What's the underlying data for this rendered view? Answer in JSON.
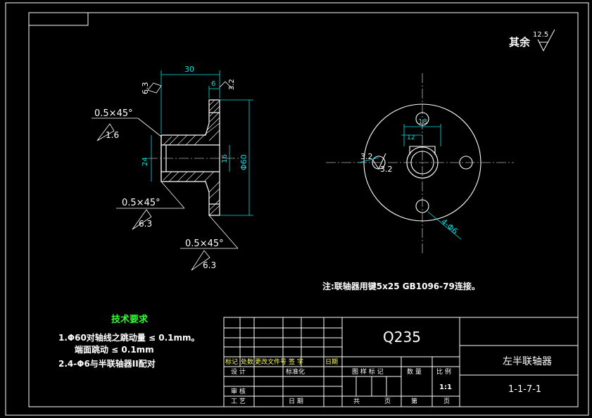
{
  "surface_finish": {
    "label": "其余",
    "value": "12.5"
  },
  "side_view": {
    "dim_width": "30",
    "dim_flange": "6",
    "dim_bore": "24",
    "dim_hub": "16",
    "dim_outer": "Φ60",
    "rough_top_left": "6.3",
    "rough_top_right": "3.2",
    "chamfer_1": "0.5×45°",
    "chamfer_1_rough": "1.6",
    "chamfer_2": "0.5×45°",
    "chamfer_2_rough": "6.3",
    "chamfer_3": "0.5×45°",
    "chamfer_3_rough": "6.3"
  },
  "front_view": {
    "dim_18": "18",
    "dim_12": "12",
    "rough_a": "3.2",
    "rough_b": "3.2",
    "holes": "4-Φ6"
  },
  "note": "注:联轴器用键5x25  GB1096-79连接。",
  "tech_req": {
    "title": "技术要求",
    "line1": "1.Φ60对轴线之跳动量 ≤ 0.1mm。",
    "line2": "端面跳动 ≤ 0.1mm",
    "line3": "2.4-Φ6与半联轴器II配对"
  },
  "title_block": {
    "material": "Q235",
    "part_name": "左半联轴器",
    "drawing_no": "1-1-7-1",
    "scale": "1:1",
    "h_mark": "标记",
    "h_count": "处数",
    "h_file": "更改文件号",
    "h_sign": "签 字",
    "h_date": "日期",
    "r_design": "设 计",
    "r_std": "标准化",
    "r_check": "审 核",
    "r_process": "工 艺",
    "r_date2": "日 期",
    "c_stage": "图 样 标 记",
    "c_qty": "数 量",
    "c_scale": "比 例",
    "c_total": "共",
    "c_page": "页",
    "c_nth": "第",
    "c_page2": "页"
  },
  "colors": {
    "paper": "#000000",
    "line": "#ffffff",
    "dimension": "#00e5e5",
    "text": "#ffff66",
    "heading": "#33ff33"
  }
}
